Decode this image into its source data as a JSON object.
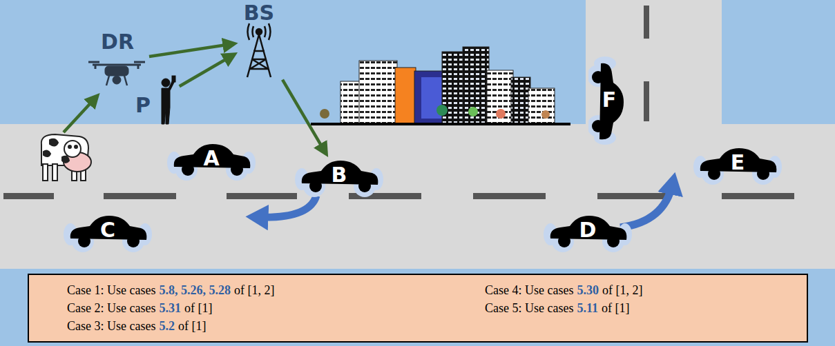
{
  "diagram": {
    "nodes": [
      {
        "text": [
          "BS"
        ]
      },
      {
        "text": [
          "DR"
        ]
      },
      {
        "text": [
          "P"
        ]
      },
      {
        "text": [
          "F"
        ]
      },
      {
        "text": [
          "A"
        ]
      },
      {
        "text": [
          "B"
        ]
      },
      {
        "text": [
          "E"
        ]
      },
      {
        "text": [
          "C"
        ]
      },
      {
        "text": [
          "D"
        ]
      },
      {
        "text": [
          "Case 1: Use cases",
          "5.8, 5.26, 5.28",
          "of [1, 2]",
          "Case 2: Use cases",
          "5.31",
          "of [1]",
          "Case 3: Use cases",
          "5.2",
          "of [1]",
          "Case 4: Use cases",
          "5.30",
          "of [1, 2]",
          "Case 5: Use cases",
          "5.11",
          "of [1]"
        ]
      }
    ],
    "edges": [
      {
        "from": 1,
        "to": 0,
        "arrow": "to"
      },
      {
        "from": 2,
        "to": 0,
        "arrow": "to"
      },
      {
        "from": 0,
        "to": 5,
        "arrow": "to"
      }
    ]
  }
}
